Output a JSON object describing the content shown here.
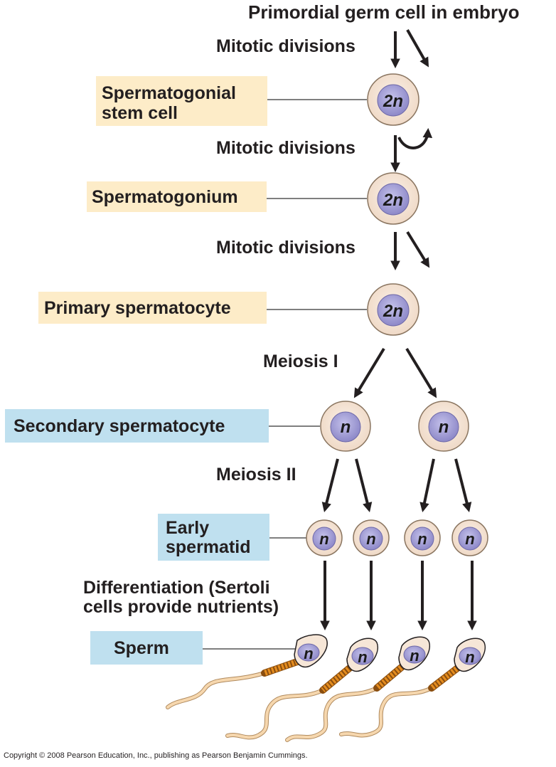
{
  "title": "Primordial germ cell in embryo",
  "colors": {
    "stage_box_diploid": "#fdecc8",
    "stage_box_haploid": "#bfe0ef",
    "cell_outer": "#f6e6d7",
    "nucleus": "#a7a3d6",
    "arrow": "#231f20",
    "midpiece": "#e08a1e",
    "tail": "#f3cfa0"
  },
  "steps": {
    "mitotic_1": "Mitotic divisions",
    "mitotic_2": "Mitotic divisions",
    "mitotic_3": "Mitotic divisions",
    "meiosis_1": "Meiosis I",
    "meiosis_2": "Meiosis II",
    "differentiation_line1": "Differentiation (Sertoli",
    "differentiation_line2": "cells provide nutrients)"
  },
  "stages": {
    "stem_cell_line1": "Spermatogonial",
    "stem_cell_line2": "stem cell",
    "spermatogonium": "Spermatogonium",
    "primary_spermatocyte": "Primary spermatocyte",
    "secondary_spermatocyte": "Secondary spermatocyte",
    "early_spermatid_line1": "Early",
    "early_spermatid_line2": "spermatid",
    "sperm": "Sperm"
  },
  "ploidy": {
    "diploid": "2n",
    "haploid": "n"
  },
  "copyright": "Copyright © 2008 Pearson Education, Inc., publishing as Pearson Benjamin Cummings."
}
